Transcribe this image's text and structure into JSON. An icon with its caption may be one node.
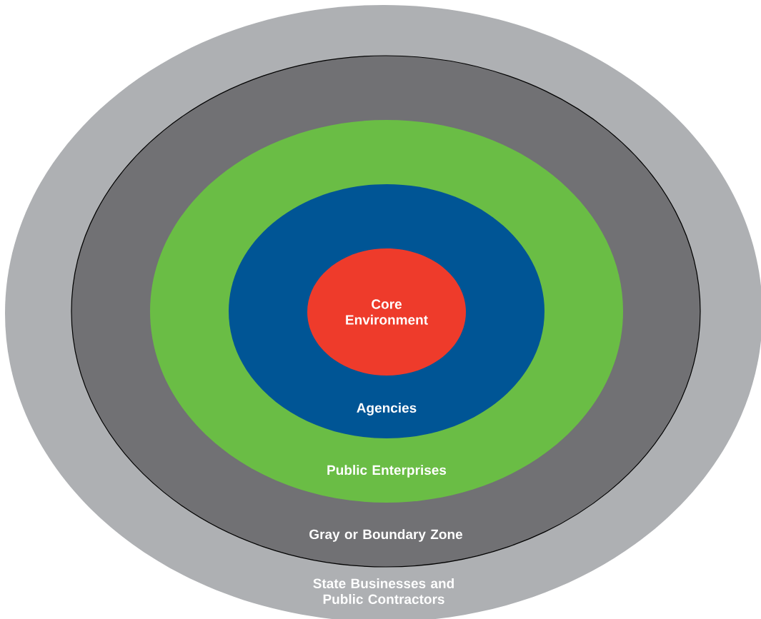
{
  "diagram": {
    "nodes": [
      {
        "text": [
          "State Businesses and Public Contractors"
        ]
      },
      {
        "text": [
          "Gray or Boundary Zone"
        ],
        "in": 0
      },
      {
        "text": [
          "Public Enterprises"
        ],
        "in": 1
      },
      {
        "text": [
          "Agencies"
        ],
        "in": 2
      },
      {
        "text": [
          "Core Environment"
        ],
        "in": 3
      }
    ]
  }
}
